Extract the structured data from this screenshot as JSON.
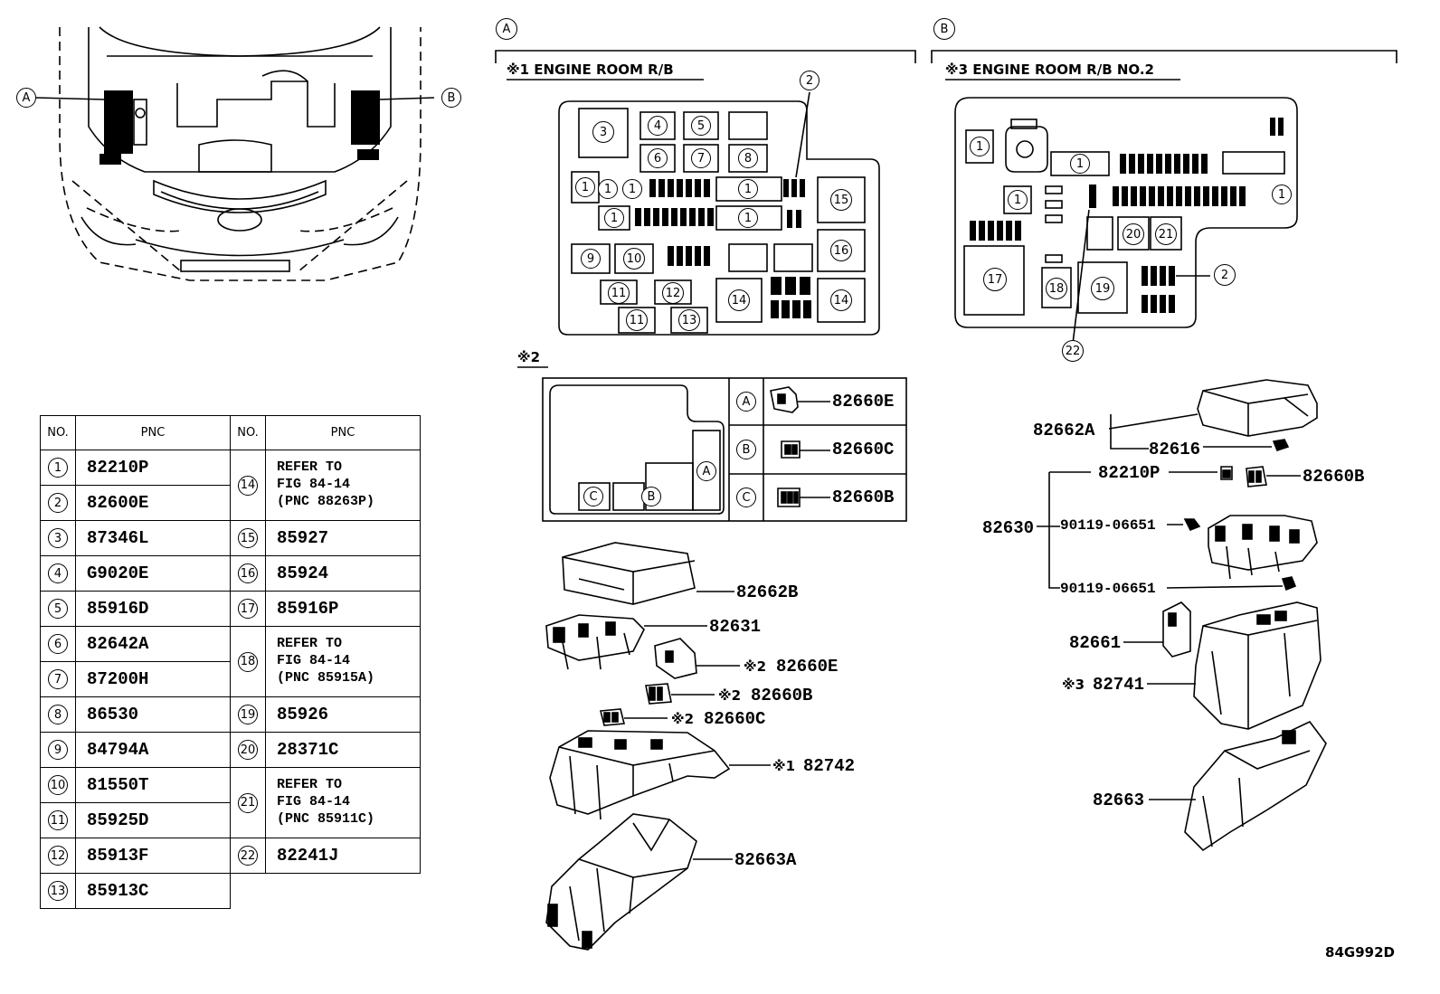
{
  "callouts": {
    "a": "A",
    "b": "B",
    "c": "C"
  },
  "section_a": {
    "caption": "※1 ENGINE ROOM R/B",
    "box_numbers": {
      "n1": "1",
      "n2": "2",
      "n3": "3",
      "n4": "4",
      "n5": "5",
      "n6": "6",
      "n7": "7",
      "n8": "8",
      "n9": "9",
      "n10": "10",
      "n11": "11",
      "n12": "12",
      "n13": "13",
      "n14": "14",
      "n15": "15",
      "n16": "16"
    }
  },
  "section_b": {
    "caption": "※3 ENGINE ROOM R/B NO.2",
    "box_numbers": {
      "n1": "1",
      "n2": "2",
      "n17": "17",
      "n18": "18",
      "n19": "19",
      "n20": "20",
      "n21": "21",
      "n22": "22"
    }
  },
  "sub2": {
    "caption": "※2",
    "rows": [
      {
        "letter": "A",
        "part": "82660E"
      },
      {
        "letter": "B",
        "part": "82660C"
      },
      {
        "letter": "C",
        "part": "82660B"
      }
    ]
  },
  "parts_a": {
    "p82662B": "82662B",
    "p82631": "82631",
    "p82660E": "82660E",
    "p82660B": "82660B",
    "p82660C": "82660C",
    "p82742": "82742",
    "p82663A": "82663A",
    "mark1": "※1",
    "mark2": "※2"
  },
  "parts_b": {
    "p82662A": "82662A",
    "p82616": "82616",
    "p82210P": "82210P",
    "p82660B": "82660B",
    "p82630": "82630",
    "p90119a": "90119-06651",
    "p90119b": "90119-06651",
    "p82661": "82661",
    "p82741": "82741",
    "p82663": "82663",
    "mark3": "※3"
  },
  "table": {
    "h_no": "NO.",
    "h_pnc": "PNC",
    "r1": {
      "no": "1",
      "pnc": "82210P"
    },
    "r2": {
      "no": "2",
      "pnc": "82600E"
    },
    "r3": {
      "no": "3",
      "pnc": "87346L"
    },
    "r4": {
      "no": "4",
      "pnc": "G9020E"
    },
    "r5": {
      "no": "5",
      "pnc": "85916D"
    },
    "r6": {
      "no": "6",
      "pnc": "82642A"
    },
    "r7": {
      "no": "7",
      "pnc": "87200H"
    },
    "r8": {
      "no": "8",
      "pnc": "86530"
    },
    "r9": {
      "no": "9",
      "pnc": "84794A"
    },
    "r10": {
      "no": "10",
      "pnc": "81550T"
    },
    "r11": {
      "no": "11",
      "pnc": "85925D"
    },
    "r12": {
      "no": "12",
      "pnc": "85913F"
    },
    "r13": {
      "no": "13",
      "pnc": "85913C"
    },
    "r14": {
      "no": "14",
      "ref1": "REFER TO",
      "ref2": "FIG 84-14",
      "ref3": "(PNC 88263P)"
    },
    "r15": {
      "no": "15",
      "pnc": "85927"
    },
    "r16": {
      "no": "16",
      "pnc": "85924"
    },
    "r17": {
      "no": "17",
      "pnc": "85916P"
    },
    "r18": {
      "no": "18",
      "ref1": "REFER TO",
      "ref2": "FIG 84-14",
      "ref3": "(PNC 85915A)"
    },
    "r19": {
      "no": "19",
      "pnc": "85926"
    },
    "r20": {
      "no": "20",
      "pnc": "28371C"
    },
    "r21": {
      "no": "21",
      "ref1": "REFER TO",
      "ref2": "FIG 84-14",
      "ref3": "(PNC 85911C)"
    },
    "r22": {
      "no": "22",
      "pnc": "82241J"
    }
  },
  "figure_code": "84G992D"
}
